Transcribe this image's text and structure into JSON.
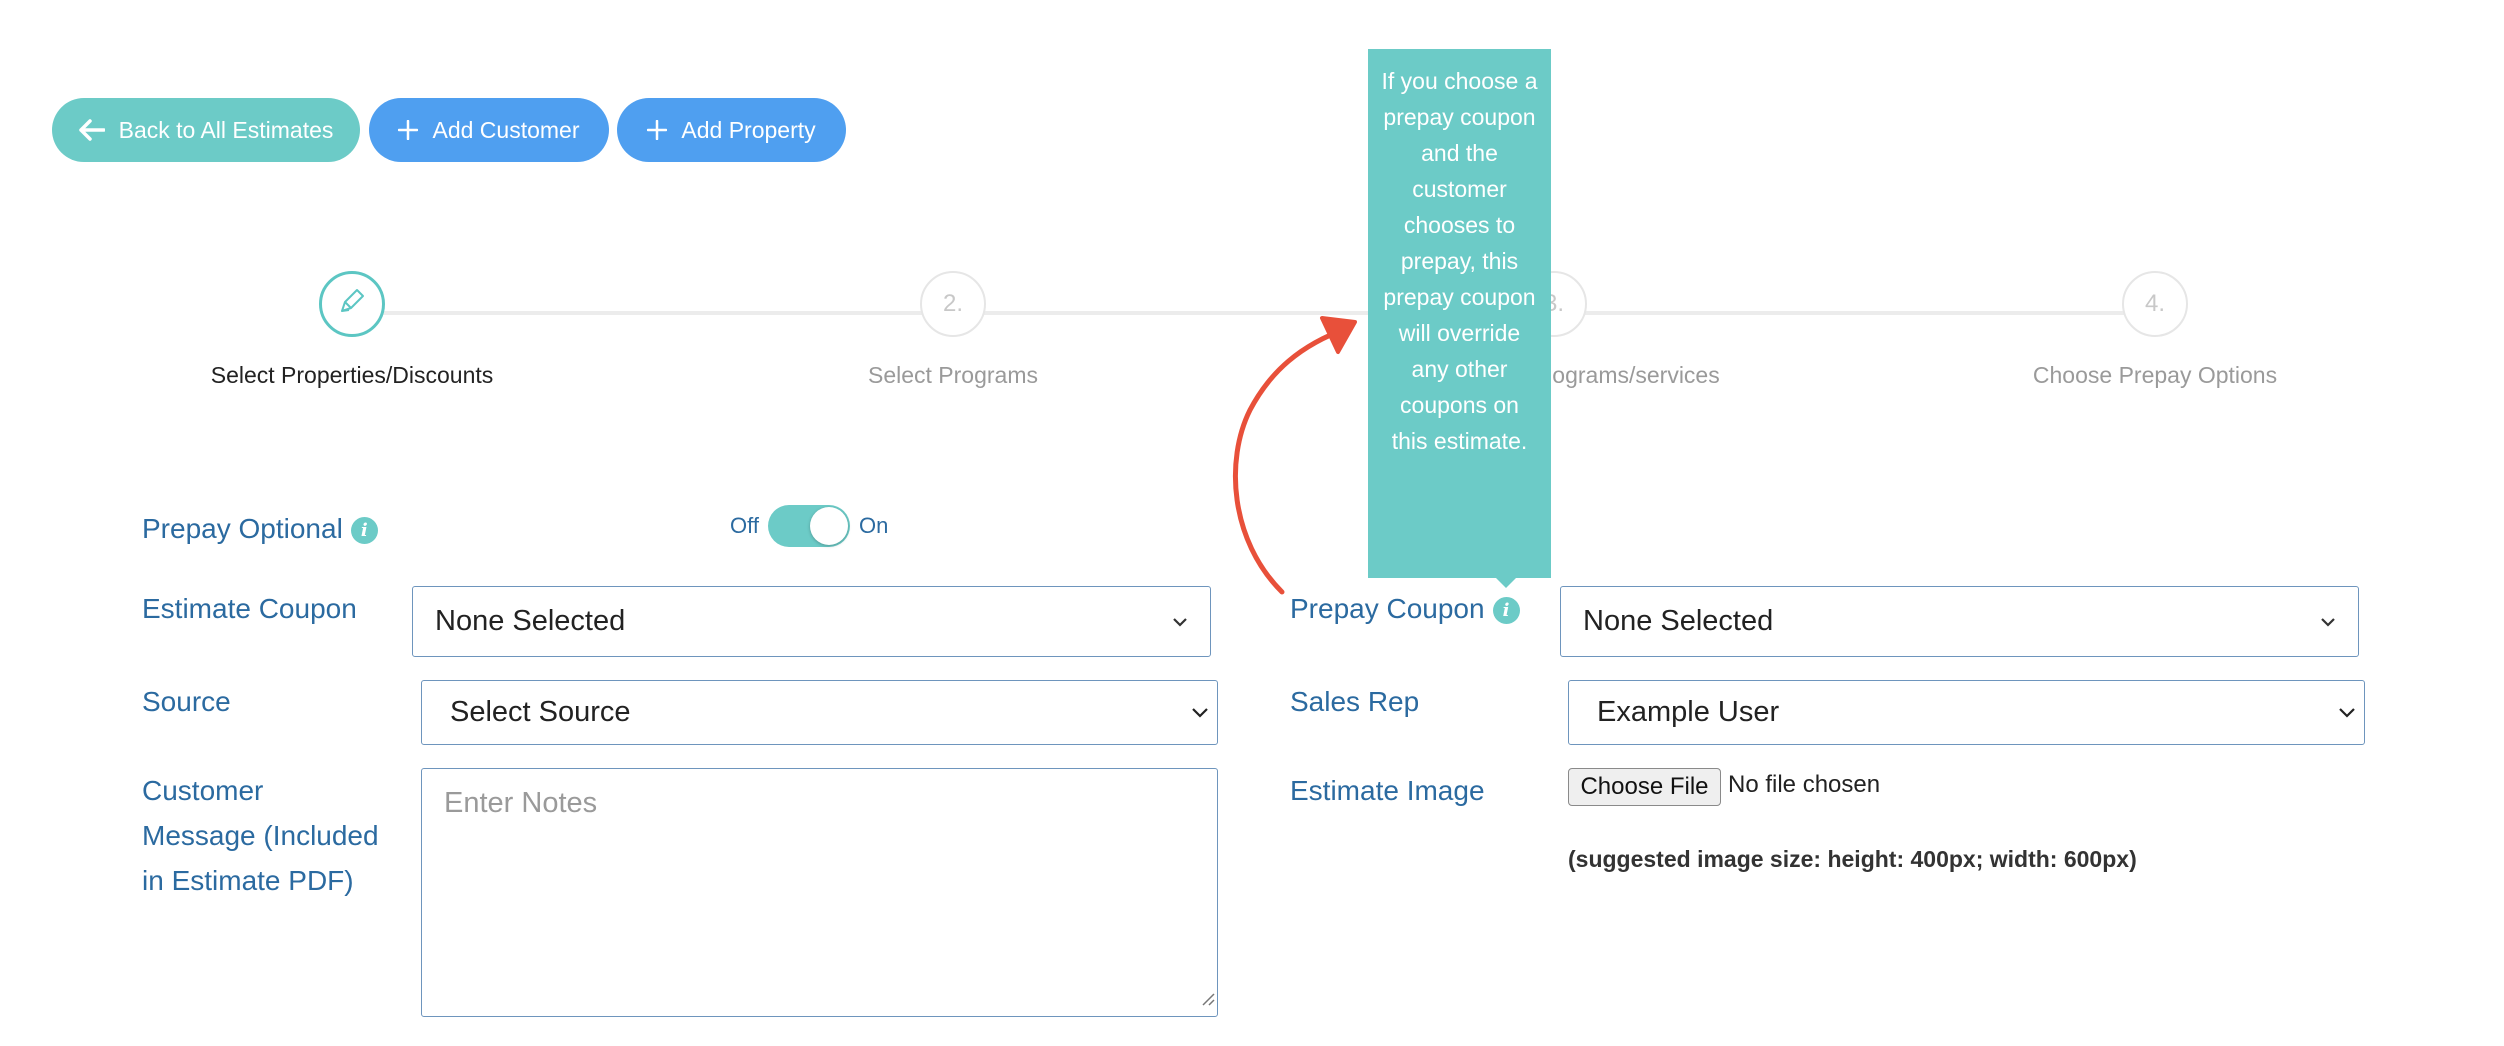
{
  "toolbar": {
    "back_label": "Back to All Estimates",
    "add_customer_label": "Add Customer",
    "add_property_label": "Add Property"
  },
  "stepper": {
    "steps": [
      {
        "number": "",
        "label": "Select Properties/Discounts",
        "active": true,
        "icon": "pencil-icon"
      },
      {
        "number": "2.",
        "label": "Select Programs",
        "active": false
      },
      {
        "number": "3.",
        "label": "ograms/services",
        "active": false
      },
      {
        "number": "4.",
        "label": "Choose Prepay Options",
        "active": false
      }
    ]
  },
  "form": {
    "prepay_optional": {
      "label": "Prepay Optional",
      "off_label": "Off",
      "on_label": "On",
      "enabled": true
    },
    "estimate_coupon": {
      "label": "Estimate Coupon",
      "value": "None Selected"
    },
    "prepay_coupon": {
      "label": "Prepay Coupon",
      "value": "None Selected"
    },
    "source": {
      "label": "Source",
      "value": "Select Source"
    },
    "sales_rep": {
      "label": "Sales Rep",
      "value": "Example User"
    },
    "customer_message": {
      "label": "Customer Message (Included in Estimate PDF)",
      "placeholder": "Enter Notes"
    },
    "estimate_image": {
      "label": "Estimate Image",
      "button_label": "Choose File",
      "status_text": "No file chosen",
      "hint": "(suggested image size: height: 400px; width: 600px)"
    }
  },
  "tooltip": {
    "text": "If you choose a prepay coupon and the customer chooses to prepay, this prepay coupon will override any other coupons on this estimate."
  },
  "colors": {
    "teal": "#6ccbc7",
    "blue": "#4f9ff0",
    "label_blue": "#2b6aa0",
    "annotation_red": "#e8503a"
  }
}
